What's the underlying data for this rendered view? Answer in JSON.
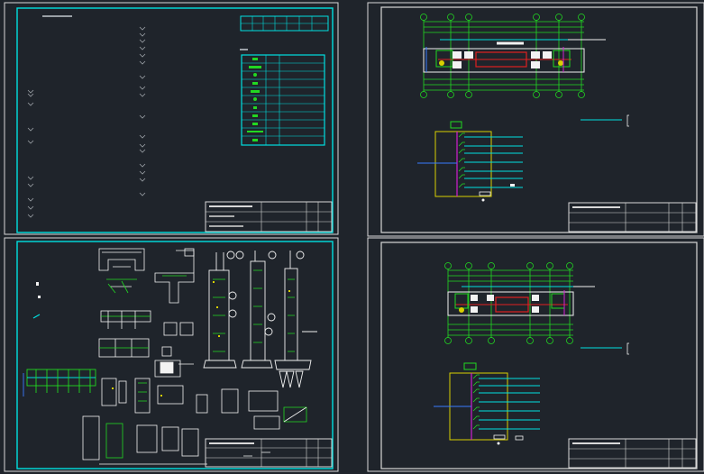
{
  "viewport": {
    "background": "#1f242b"
  },
  "colors": {
    "border": "#d8d8d8",
    "cyan": "#00e0e0",
    "green": "#22d822",
    "white": "#f2f2f2",
    "red": "#e02020",
    "yellow": "#d8d000",
    "magenta": "#d020d0",
    "blue": "#3a7bff",
    "orange": "#e08a1e"
  },
  "sheets": [
    {
      "id": "sheet-1",
      "content": "general-notes-and-legend"
    },
    {
      "id": "sheet-2",
      "content": "section-details"
    },
    {
      "id": "sheet-3",
      "content": "plan-and-distribution-diagram"
    },
    {
      "id": "sheet-4",
      "content": "plan-and-distribution-diagram"
    }
  ]
}
